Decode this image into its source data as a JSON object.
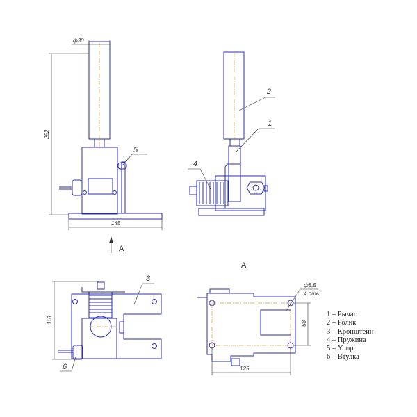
{
  "dimensions": {
    "diameter_30": "ф30",
    "height_252": "252",
    "width_145": "145",
    "height_118": "118",
    "width_125": "125",
    "height_68": "68",
    "hole_diameter": "ф8,5",
    "hole_count": "4 отв."
  },
  "view_labels": {
    "arrow": "A",
    "view": "A"
  },
  "callouts": [
    "1",
    "2",
    "3",
    "4",
    "5",
    "6"
  ],
  "legend": [
    "1 – Рычаг",
    "2 – Ролик",
    "3 – Кронштейн",
    "4 – Пружина",
    "5 – Упор",
    "6 – Втулка"
  ]
}
